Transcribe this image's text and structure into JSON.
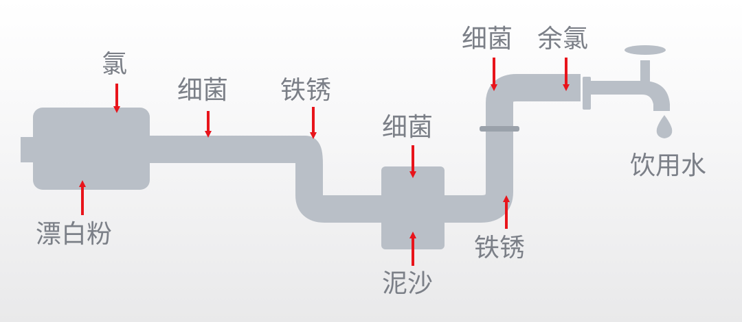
{
  "colors": {
    "pipe": "#b9bfc7",
    "pipe_dark": "#9aa1aa",
    "arrow": "#e8141b",
    "label": "#7b7f87"
  },
  "labels": {
    "chlorine": "氯",
    "bacteria_1": "细菌",
    "rust_1": "铁锈",
    "bacteria_2": "细菌",
    "bacteria_3": "细菌",
    "residual_chlorine": "余氯",
    "drinking_water": "饮用水",
    "bleach_powder": "漂白粉",
    "silt": "泥沙",
    "rust_2": "铁锈"
  },
  "icons": {
    "faucet": "faucet-icon",
    "water_drop": "water-drop-icon"
  }
}
